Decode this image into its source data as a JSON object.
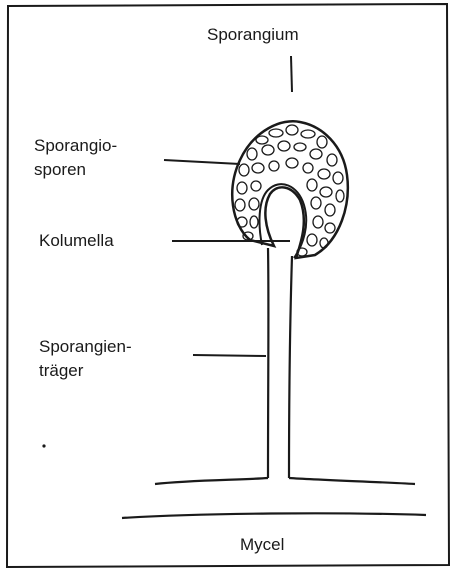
{
  "labels": {
    "sporangium": "Sporangium",
    "sporangiosporen_1": "Sporangio-",
    "sporangiosporen_2": "sporen",
    "kolumella": "Kolumella",
    "sporangientraeger_1": "Sporangien-",
    "sporangientraeger_2": "träger",
    "mycel": "Mycel"
  },
  "colors": {
    "ink": "#1a1a1a",
    "paper": "#ffffff"
  }
}
